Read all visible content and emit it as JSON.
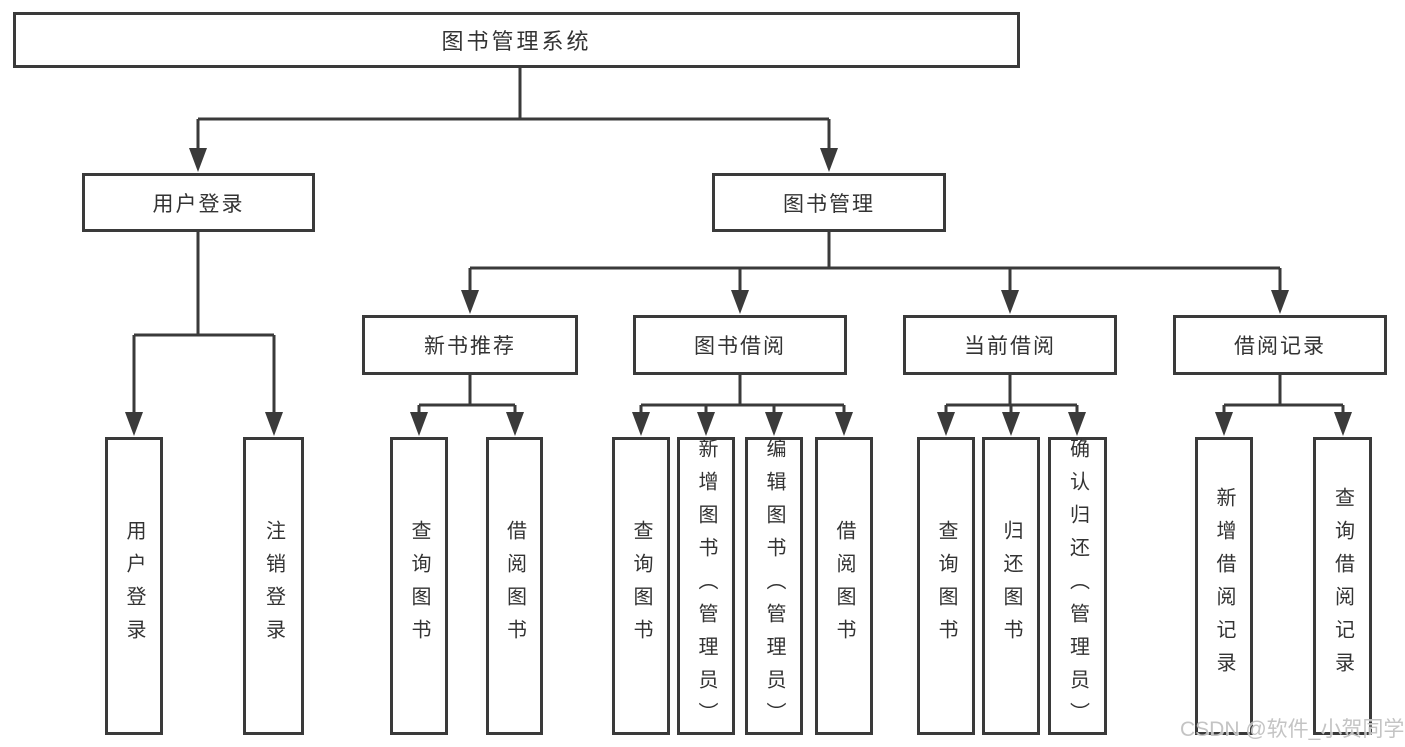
{
  "diagram": {
    "title": "图书管理系统",
    "branches": {
      "user_login": "用户登录",
      "book_management": "图书管理",
      "new_book_recommend": "新书推荐",
      "book_borrowing": "图书借阅",
      "current_borrowing": "当前借阅",
      "borrowing_records": "借阅记录"
    },
    "leaves": {
      "user_login": "用户登录",
      "logout": "注销登录",
      "nb_query_books": "查询图书",
      "nb_borrow_books": "借阅图书",
      "bb_query_books": "查询图书",
      "bb_add_books": "新增图书（管理员）",
      "bb_edit_books": "编辑图书（管理员）",
      "bb_borrow_books": "借阅图书",
      "cb_query_books": "查询图书",
      "cb_return_books": "归还图书",
      "cb_confirm_return": "确认归还（管理员）",
      "br_add_record": "新增借阅记录",
      "br_query_record": "查询借阅记录"
    },
    "colors": {
      "line": "#3a3a3a",
      "text": "#333333",
      "watermark": "#c1c1c1"
    }
  },
  "watermark": {
    "text": "CSDN @软件_小贺同学"
  }
}
